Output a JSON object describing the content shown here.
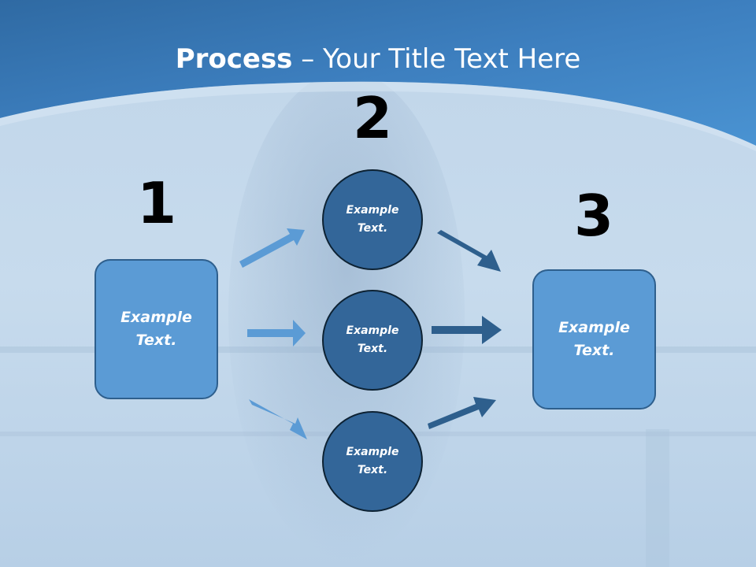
{
  "title": {
    "bold": "Process",
    "rest": " – Your Title Text Here"
  },
  "steps": {
    "one": {
      "number": "1",
      "box_text": "Example\nText."
    },
    "two": {
      "number": "2",
      "circles": [
        "Example\nText.",
        "Example\nText.",
        "Example\nText."
      ]
    },
    "three": {
      "number": "3",
      "box_text": "Example\nText."
    }
  },
  "colors": {
    "banner": "#3f83c4",
    "box_fill": "#5b9bd5",
    "circle_fill": "#336699",
    "arrow_light": "#5b9bd5",
    "arrow_dark": "#2e5f8d"
  }
}
